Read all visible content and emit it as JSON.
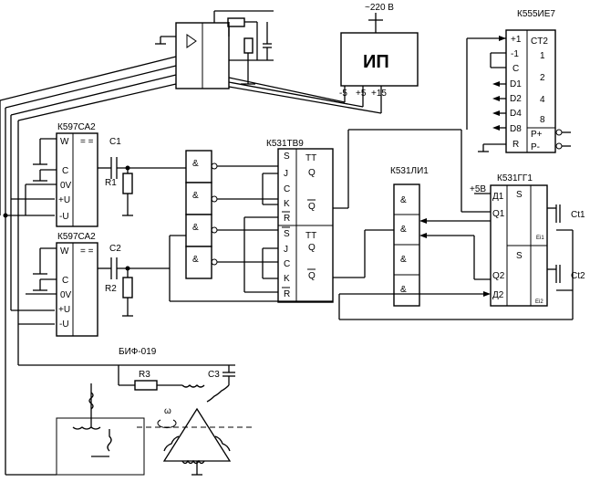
{
  "chips": {
    "sa2_top": {
      "title": "К597СА2",
      "w": "W",
      "eq": "= =",
      "c": "C",
      "ov": "0V",
      "pu": "+U",
      "mu": "-U"
    },
    "sa2_bot": {
      "title": "К597СА2",
      "w": "W",
      "eq": "= =",
      "c": "C",
      "ov": "0V",
      "pu": "+U",
      "mu": "-U"
    },
    "tv9": {
      "title": "К531ТВ9",
      "tt": "TT",
      "s": "S",
      "j": "J",
      "c": "C",
      "k": "K",
      "r": "R",
      "q": "Q",
      "qbar": "Q"
    },
    "li1": {
      "title": "К531ЛИ1",
      "and": "&"
    },
    "gg1": {
      "title": "К531ГГ1",
      "v5": "+5В",
      "d1": "Д1",
      "q1": "Q1",
      "q2": "Q2",
      "d2": "Д2",
      "s": "S",
      "ei1": "Ei1",
      "ei2": "Ei2"
    },
    "ie7": {
      "title": "К555ИЕ7",
      "ct2": "CT2",
      "p1": "+1",
      "m1": "-1",
      "c": "C",
      "d1": "D1",
      "d2": "D2",
      "d4": "D4",
      "d8": "D8",
      "r": "R",
      "o1": "1",
      "o2": "2",
      "o4": "4",
      "o8": "8",
      "pp": "P+",
      "pm": "P-"
    }
  },
  "and_gate": "&",
  "power": {
    "title": "ИП",
    "mains": "~220 В",
    "m5": "-5",
    "p5": "+5",
    "p15": "+15"
  },
  "passives": {
    "c1": "C1",
    "r1": "R1",
    "c2": "C2",
    "r2": "R2",
    "r3": "R3",
    "c3": "C3",
    "ct1": "Ct1",
    "ct2": "Ct2"
  },
  "sensor": {
    "title": "БИФ-019",
    "omega": "ω"
  }
}
